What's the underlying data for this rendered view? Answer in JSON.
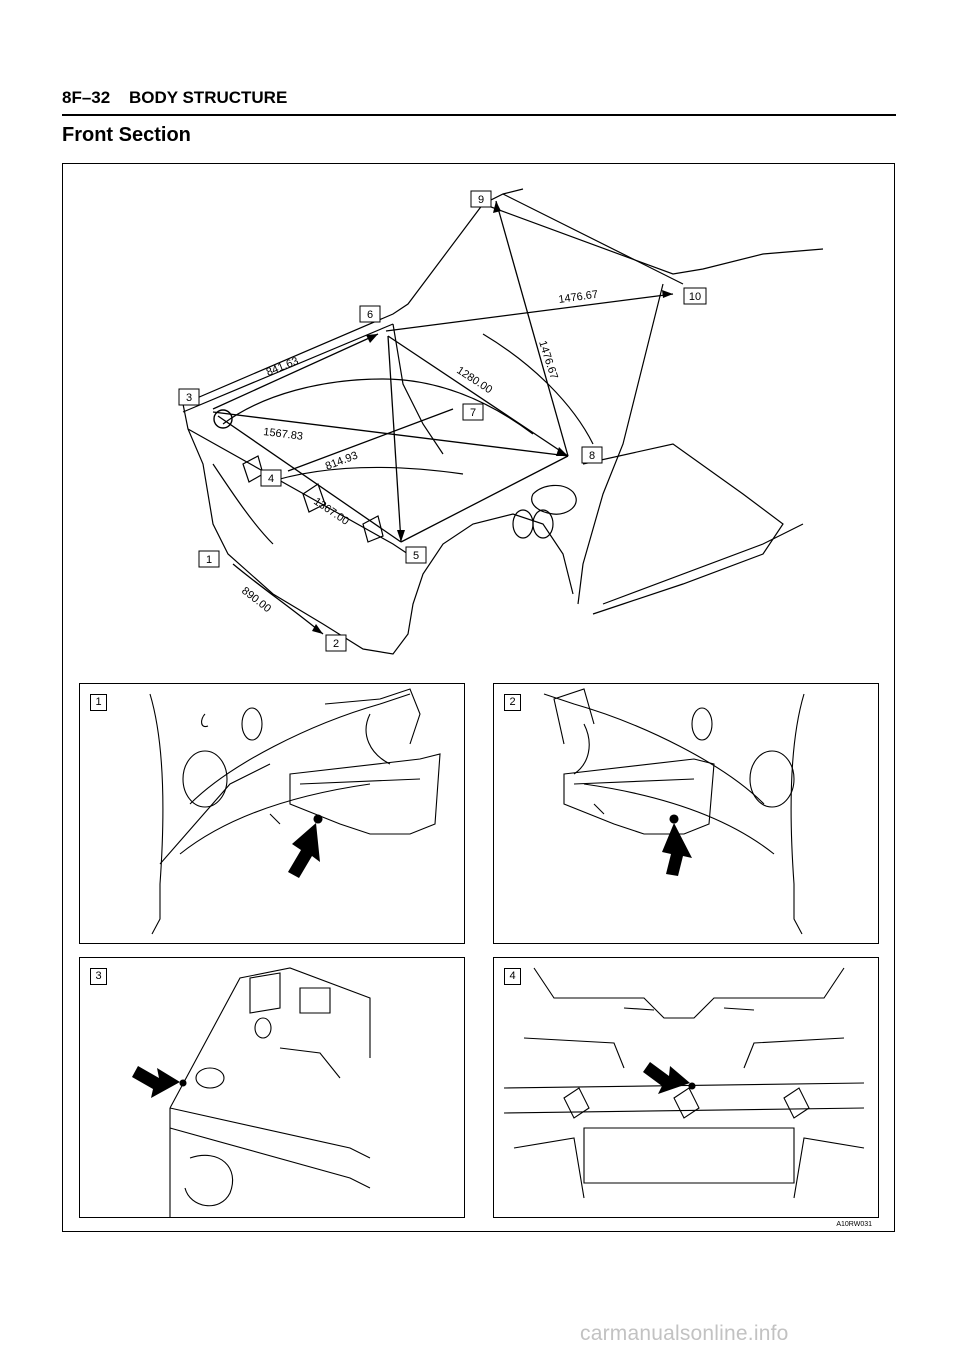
{
  "header": {
    "page_number": "8F–32",
    "title": "BODY STRUCTURE"
  },
  "section_title": "Front Section",
  "main_diagram": {
    "points": [
      "1",
      "2",
      "3",
      "4",
      "5",
      "6",
      "7",
      "8",
      "9",
      "10"
    ],
    "dimensions": {
      "d_841": "841.63",
      "d_1476a": "1476.67",
      "d_1476b": "1476.67",
      "d_1280": "1280.00",
      "d_1567": "1567.83",
      "d_814": "814.93",
      "d_1367": "1367.00",
      "d_890": "890.00"
    }
  },
  "detail_panels": [
    {
      "label": "1"
    },
    {
      "label": "2"
    },
    {
      "label": "3"
    },
    {
      "label": "4"
    }
  ],
  "figure_code": "A10RW031",
  "watermark": "carmanualsonline.info"
}
